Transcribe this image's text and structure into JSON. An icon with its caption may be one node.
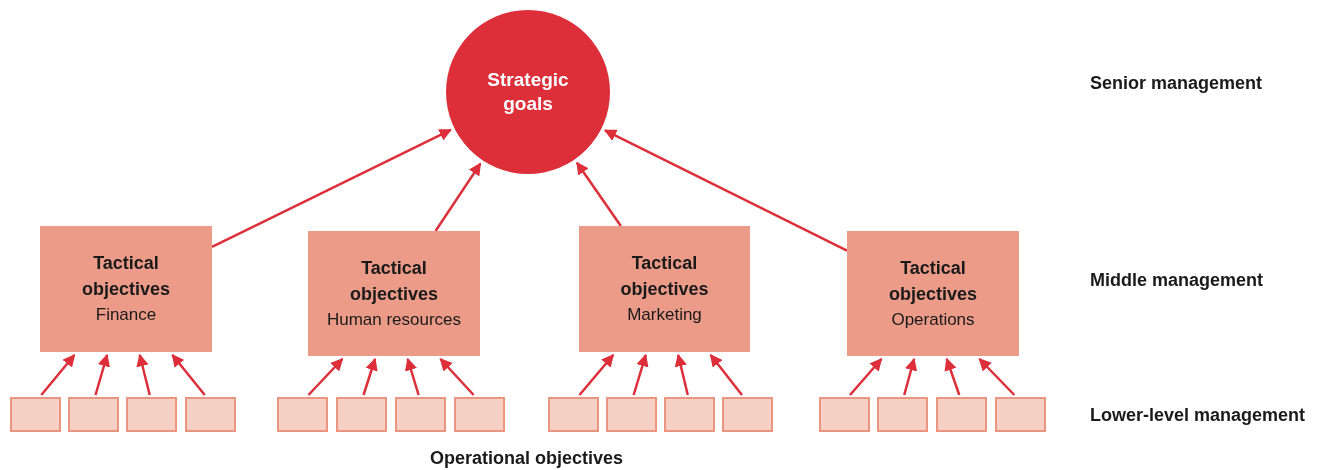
{
  "diagram": {
    "nodes": [
      {
        "text": [
          "Strategic goals"
        ]
      },
      {
        "text": [
          "Tactical objectives",
          "Finance"
        ]
      },
      {
        "text": [
          "Tactical objectives",
          "Human resources"
        ]
      },
      {
        "text": [
          "Tactical objectives",
          "Marketing"
        ]
      },
      {
        "text": [
          "Tactical objectives",
          "Operations"
        ]
      },
      {
        "text": [],
        "shape": "box"
      },
      {
        "text": [],
        "shape": "box"
      },
      {
        "text": [],
        "shape": "box"
      },
      {
        "text": [],
        "shape": "box"
      },
      {
        "text": [],
        "shape": "box"
      },
      {
        "text": [],
        "shape": "box"
      },
      {
        "text": [],
        "shape": "box"
      },
      {
        "text": [],
        "shape": "box"
      },
      {
        "text": [],
        "shape": "box"
      },
      {
        "text": [],
        "shape": "box"
      },
      {
        "text": [],
        "shape": "box"
      },
      {
        "text": [],
        "shape": "box"
      },
      {
        "text": [],
        "shape": "box"
      },
      {
        "text": [],
        "shape": "box"
      },
      {
        "text": [],
        "shape": "box"
      },
      {
        "text": [],
        "shape": "box"
      }
    ],
    "edges": [
      {
        "from": 1,
        "to": 0,
        "arrow": "to"
      },
      {
        "from": 2,
        "to": 0,
        "arrow": "to"
      },
      {
        "from": 3,
        "to": 0,
        "arrow": "to"
      },
      {
        "from": 4,
        "to": 0,
        "arrow": "to"
      },
      {
        "from": 5,
        "to": 1,
        "arrow": "to"
      },
      {
        "from": 6,
        "to": 1,
        "arrow": "to"
      },
      {
        "from": 7,
        "to": 1,
        "arrow": "to"
      },
      {
        "from": 8,
        "to": 1,
        "arrow": "to"
      },
      {
        "from": 9,
        "to": 2,
        "arrow": "to"
      },
      {
        "from": 10,
        "to": 2,
        "arrow": "to"
      },
      {
        "from": 11,
        "to": 2,
        "arrow": "to"
      },
      {
        "from": 12,
        "to": 2,
        "arrow": "to"
      },
      {
        "from": 13,
        "to": 3,
        "arrow": "to"
      },
      {
        "from": 14,
        "to": 3,
        "arrow": "to"
      },
      {
        "from": 15,
        "to": 3,
        "arrow": "to"
      },
      {
        "from": 16,
        "to": 3,
        "arrow": "to"
      },
      {
        "from": 17,
        "to": 4,
        "arrow": "to"
      },
      {
        "from": 18,
        "to": 4,
        "arrow": "to"
      },
      {
        "from": 19,
        "to": 4,
        "arrow": "to"
      },
      {
        "from": 20,
        "to": 4,
        "arrow": "to"
      }
    ],
    "labels": [
      "Senior management",
      "Middle management",
      "Lower-level management",
      "Operational objectives"
    ]
  }
}
